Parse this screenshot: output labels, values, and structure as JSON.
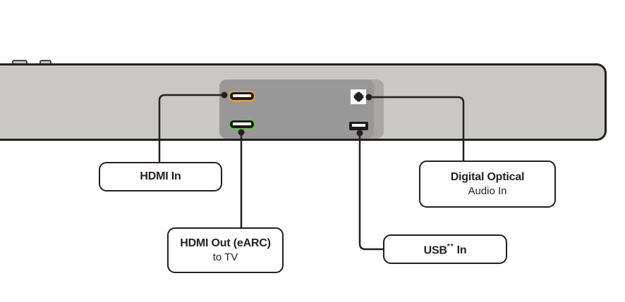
{
  "labels": {
    "hdmi_in": {
      "title": "HDMI In"
    },
    "hdmi_out": {
      "title": "HDMI Out (eARC)",
      "subtitle": "to TV"
    },
    "digital_optical": {
      "title": "Digital Optical",
      "subtitle": "Audio In"
    },
    "usb": {
      "word": "USB",
      "asterisks": "**",
      "suffix": "In"
    }
  },
  "icons": {
    "hdmi_in_port": "hdmi-port-icon",
    "hdmi_out_port": "hdmi-port-icon",
    "digital_optical_port": "toslink-optical-port-icon",
    "usb_port": "usb-a-port-icon"
  },
  "colors": {
    "line": "#231F20",
    "soundbar_body": "#C9C8C6",
    "panel_recess": "#999899",
    "panel_bevel": "#A8A7A5",
    "hdmi_in_accent": "#F49B33",
    "hdmi_out_accent": "#64BF4D",
    "port_black": "#1B1B1B",
    "optical_face": "#FFFFFF",
    "callout_bg": "#FFFFFF"
  }
}
